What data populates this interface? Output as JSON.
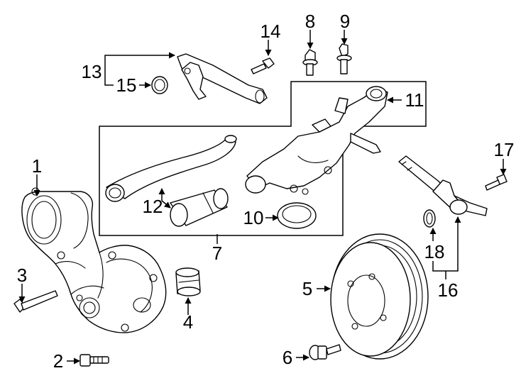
{
  "callouts": [
    {
      "id": "c1",
      "text": "1"
    },
    {
      "id": "c2",
      "text": "2"
    },
    {
      "id": "c3",
      "text": "3"
    },
    {
      "id": "c4",
      "text": "4"
    },
    {
      "id": "c5",
      "text": "5"
    },
    {
      "id": "c6",
      "text": "6"
    },
    {
      "id": "c7",
      "text": "7"
    },
    {
      "id": "c8",
      "text": "8"
    },
    {
      "id": "c9",
      "text": "9"
    },
    {
      "id": "c10",
      "text": "10"
    },
    {
      "id": "c11",
      "text": "11"
    },
    {
      "id": "c12",
      "text": "12"
    },
    {
      "id": "c13",
      "text": "13"
    },
    {
      "id": "c14",
      "text": "14"
    },
    {
      "id": "c15",
      "text": "15"
    },
    {
      "id": "c16",
      "text": "16"
    },
    {
      "id": "c17",
      "text": "17"
    },
    {
      "id": "c18",
      "text": "18"
    }
  ],
  "colors": {
    "line": "#000000",
    "background": "#ffffff"
  }
}
